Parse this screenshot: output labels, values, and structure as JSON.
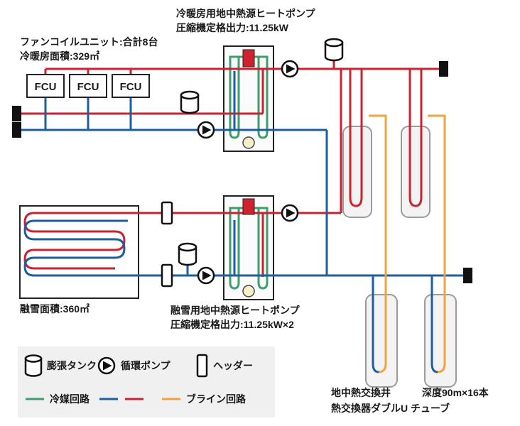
{
  "colors": {
    "red": "#c82332",
    "blue": "#1e5d9e",
    "green": "#3d9e6c",
    "orange": "#f0a23e",
    "compressor_fill": "#d0222e",
    "valve_fill": "#f6efc9"
  },
  "labels": {
    "hp1_title": "冷暖房用地中熱源ヒートポンプ",
    "hp1_spec": "圧縮機定格出力:11.25kW",
    "fcu_count": "ファンコイルユニット:合計8台",
    "fcu_area": "冷暖房面積:329㎡",
    "fcu_unit": "FCU",
    "snow_area": "融雪面積:360㎡",
    "hp2_title": "融雪用地中熱源ヒートポンプ",
    "hp2_spec": "圧縮機定格出力:11.25kW×2",
    "wells_name": "地中熱交換井",
    "wells_type": "熱交換器ダブルU チューブ",
    "wells_depth": "深度90m×16本"
  },
  "legend": {
    "tank": "膨張タンク",
    "pump": "循環ポンプ",
    "header": "ヘッダー",
    "refrigerant": "冷媒回路",
    "brine": "ブライン回路"
  }
}
